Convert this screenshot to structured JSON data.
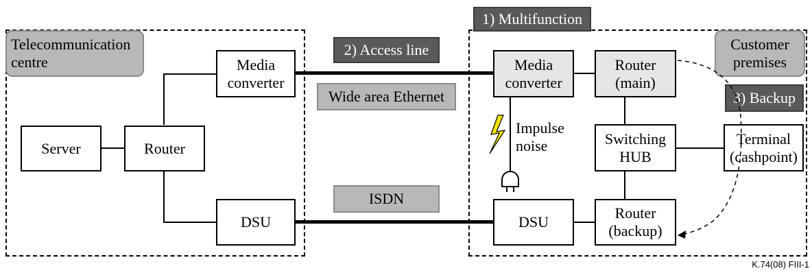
{
  "regions": {
    "telecom_centre": "Telecommunication\ncentre",
    "customer_premises": "Customer\npremises"
  },
  "tags": {
    "multifunction": "1) Multifunction",
    "access_line": "2) Access line",
    "backup": "3) Backup",
    "wide_area_ethernet": "Wide area Ethernet",
    "isdn": "ISDN"
  },
  "nodes": {
    "server": "Server",
    "router_centre": "Router",
    "media_converter_centre": "Media\nconverter",
    "dsu_centre": "DSU",
    "media_converter_customer": "Media\nconverter",
    "router_main": "Router\n(main)",
    "switching_hub": "Switching\nHUB",
    "terminal": "Terminal\n(cashpoint)",
    "dsu_customer": "DSU",
    "router_backup": "Router\n(backup)"
  },
  "impulse_noise": "Impulse\nnoise",
  "figure_id": "K.74(08)  FIII-1",
  "icons": [
    "lightning-icon",
    "ground-plug-icon",
    "arrowhead-icon"
  ]
}
